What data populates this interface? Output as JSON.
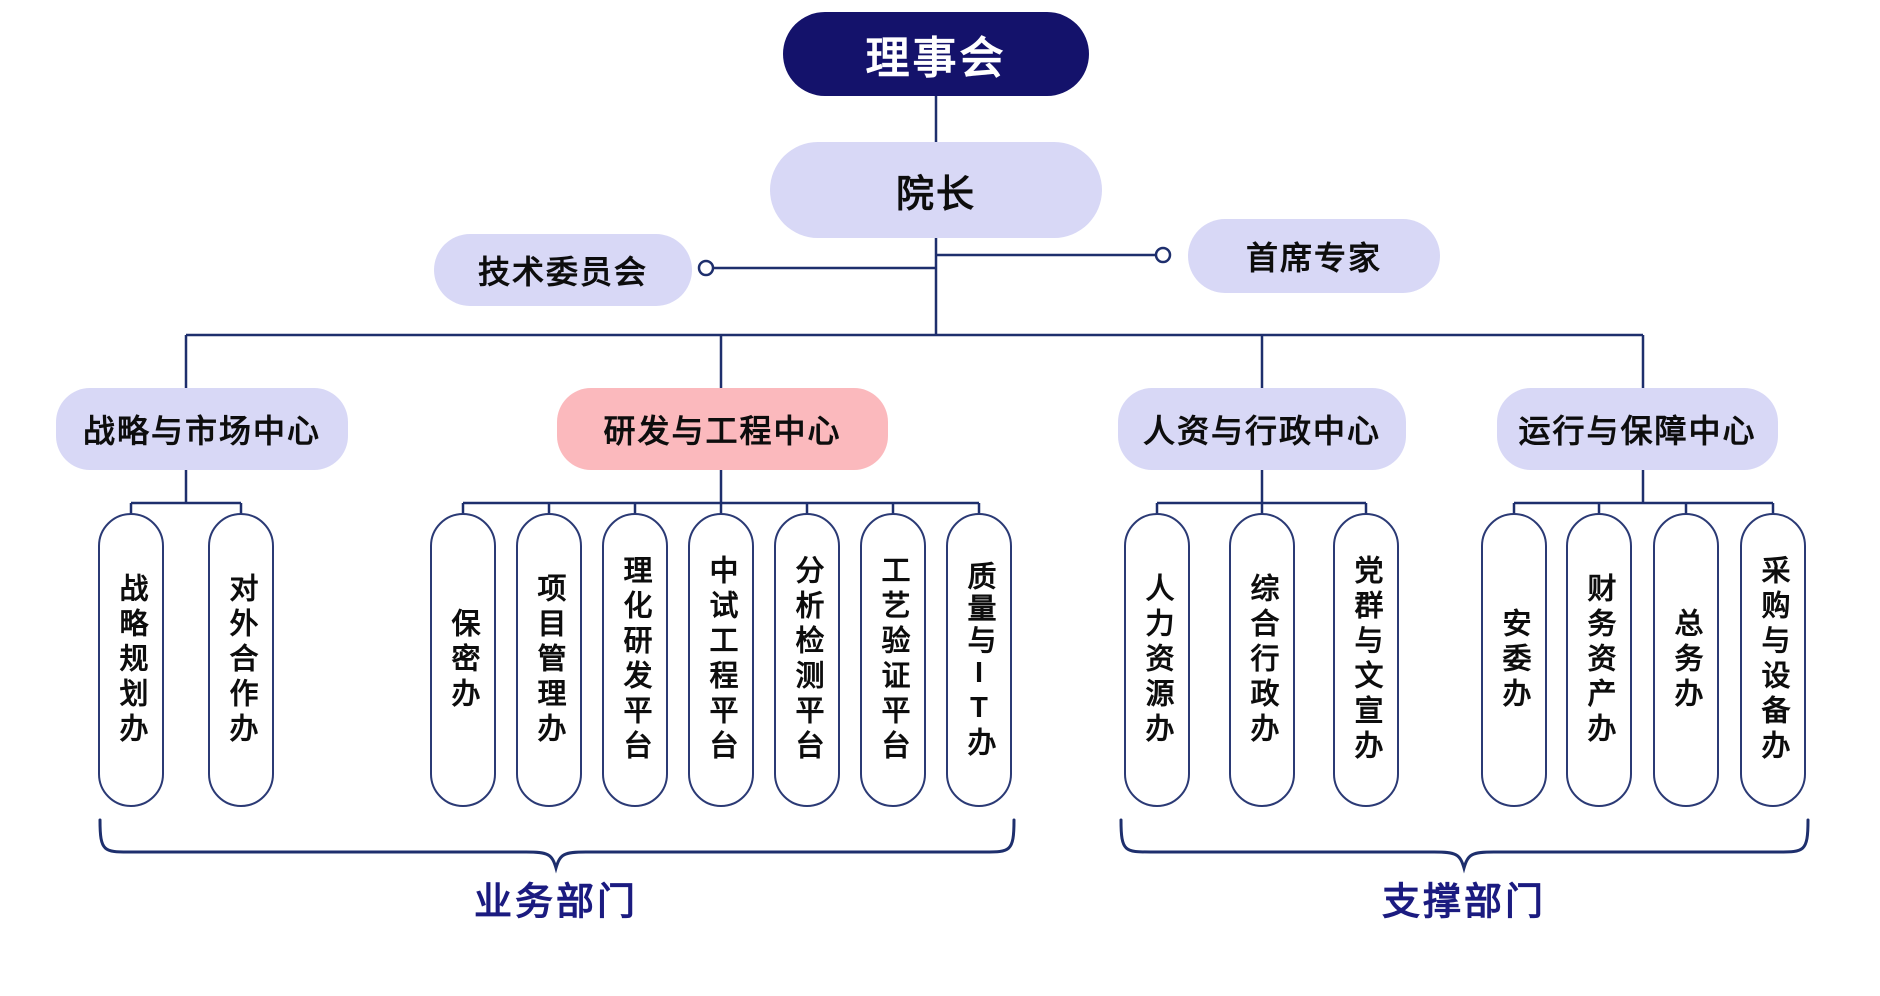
{
  "diagram_title": "organization-chart",
  "palette": {
    "root_bg": "#14126b",
    "root_text": "#ffffff",
    "node_bg": "#d8d8f6",
    "highlight_bg": "#fbb9bd",
    "line": "#1e2f6d",
    "sub_border": "#2b3a75",
    "group_label": "#1b1b80",
    "text": "#0d0d0d"
  },
  "nodes": {
    "board": {
      "label": "理事会"
    },
    "president": {
      "label": "院长"
    },
    "tech_committee": {
      "label": "技术委员会"
    },
    "chief_expert": {
      "label": "首席专家"
    }
  },
  "centers": [
    {
      "label": "战略与市场中心",
      "highlighted": false,
      "children": [
        "战略规划办",
        "对外合作办"
      ]
    },
    {
      "label": "研发与工程中心",
      "highlighted": true,
      "children": [
        "保密办",
        "项目管理办",
        "理化研发平台",
        "中试工程平台",
        "分析检测平台",
        "工艺验证平台",
        "质量与IT办"
      ]
    },
    {
      "label": "人资与行政中心",
      "highlighted": false,
      "children": [
        "人力资源办",
        "综合行政办",
        "党群与文宣办"
      ]
    },
    {
      "label": "运行与保障中心",
      "highlighted": false,
      "children": [
        "安委办",
        "财务资产办",
        "总务办",
        "采购与设备办"
      ]
    }
  ],
  "groups": [
    {
      "label": "业务部门"
    },
    {
      "label": "支撑部门"
    }
  ]
}
